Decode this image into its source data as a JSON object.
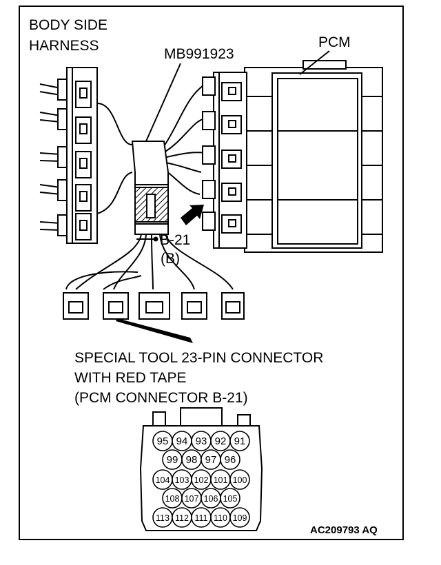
{
  "labels": {
    "body_side_line1": "BODY SIDE",
    "body_side_line2": "HARNESS",
    "tool_id": "MB991923",
    "pcm": "PCM",
    "b21": "B-21",
    "b_paren": "(B)",
    "special_line1": "SPECIAL TOOL 23-PIN CONNECTOR",
    "special_line2": "WITH RED TAPE",
    "special_line3": "(PCM CONNECTOR B-21)",
    "figure_code": "AC209793 AQ"
  },
  "pin_rows": [
    [
      "95",
      "94",
      "93",
      "92",
      "91"
    ],
    [
      "99",
      "98",
      "97",
      "96"
    ],
    [
      "104",
      "103",
      "102",
      "101",
      "100"
    ],
    [
      "108",
      "107",
      "106",
      "105"
    ],
    [
      "113",
      "112",
      "111",
      "110",
      "109"
    ]
  ],
  "colors": {
    "line": "#000000",
    "background": "#ffffff"
  }
}
